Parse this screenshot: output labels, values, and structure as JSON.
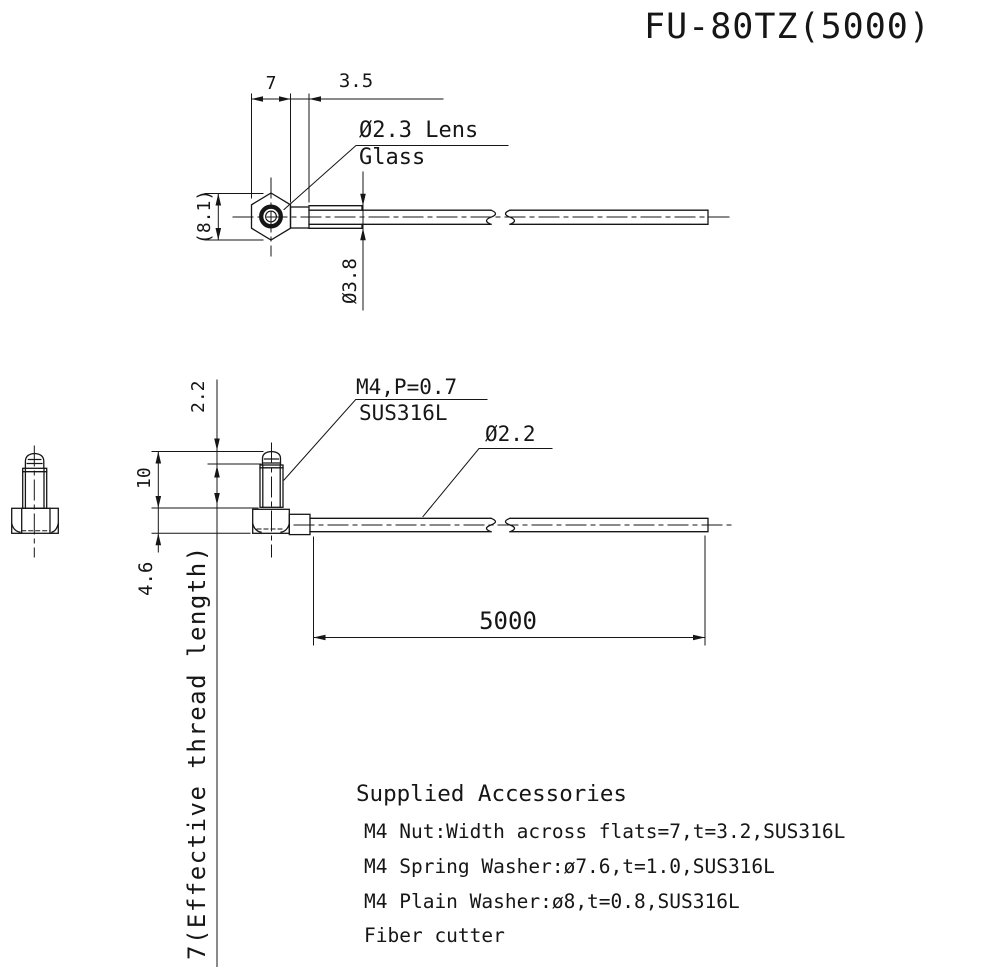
{
  "title": "FU-80TZ(5000)",
  "style": {
    "ink": "#161616",
    "background": "#ffffff"
  },
  "top_view": {
    "dim_width_across_flats": "7",
    "dim_lens_offset": "3.5",
    "dim_hex_across_corners": "(8.1)",
    "label_lens": "Ø2.3 Lens",
    "label_glass": "Glass",
    "dim_sheath_diameter": "Ø3.8"
  },
  "side_view": {
    "dim_tip_protrusion": "2.2",
    "label_thread_spec": "M4,P=0.7",
    "label_material": "SUS316L",
    "label_fiber_diameter": "Ø2.2",
    "dim_head_height": "10",
    "dim_base_height": "4.6",
    "dim_cable_length": "5000",
    "dim_effective_thread": "7(Effective thread length)"
  },
  "accessories": {
    "heading": "Supplied Accessories",
    "items": [
      "M4 Nut:Width across flats=7,t=3.2,SUS316L",
      "M4 Spring Washer:ø7.6,t=1.0,SUS316L",
      "M4 Plain Washer:ø8,t=0.8,SUS316L",
      "Fiber cutter"
    ]
  }
}
